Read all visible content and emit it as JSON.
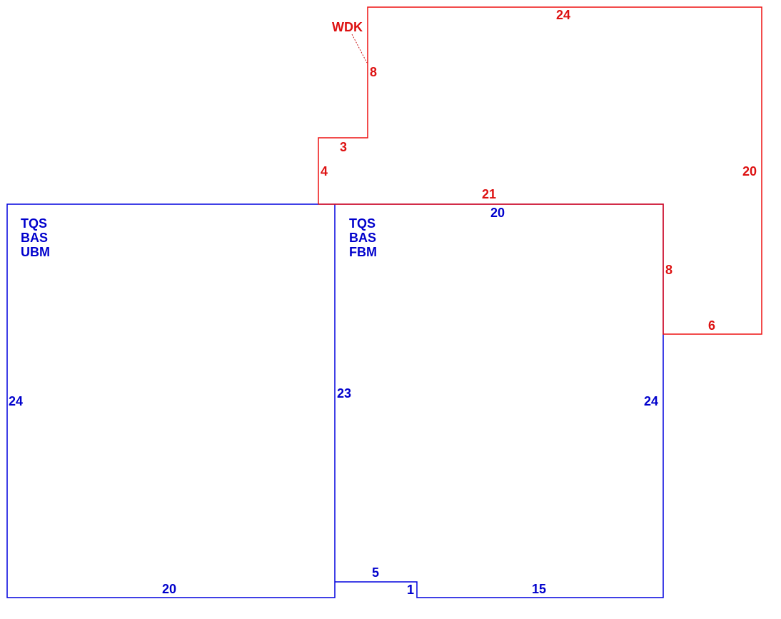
{
  "colors": {
    "living_area": "#0000DD",
    "deck": "#EE1111"
  },
  "sections": {
    "left": {
      "codes": [
        "TQS",
        "BAS",
        "UBM"
      ],
      "dims": {
        "left": "24",
        "bottom": "20"
      }
    },
    "right": {
      "codes": [
        "TQS",
        "BAS",
        "FBM"
      ],
      "dims": {
        "top": "20",
        "left": "23",
        "right": "24",
        "notch_top": "5",
        "notch_side": "1",
        "bottom": "15"
      }
    },
    "deck": {
      "code": "WDK",
      "dims": {
        "top": "24",
        "left_upper": "8",
        "step_top": "3",
        "left_lower": "4",
        "bottom": "21",
        "right": "20",
        "lower_right_side": "8",
        "lower_right_bottom": "6"
      }
    }
  }
}
